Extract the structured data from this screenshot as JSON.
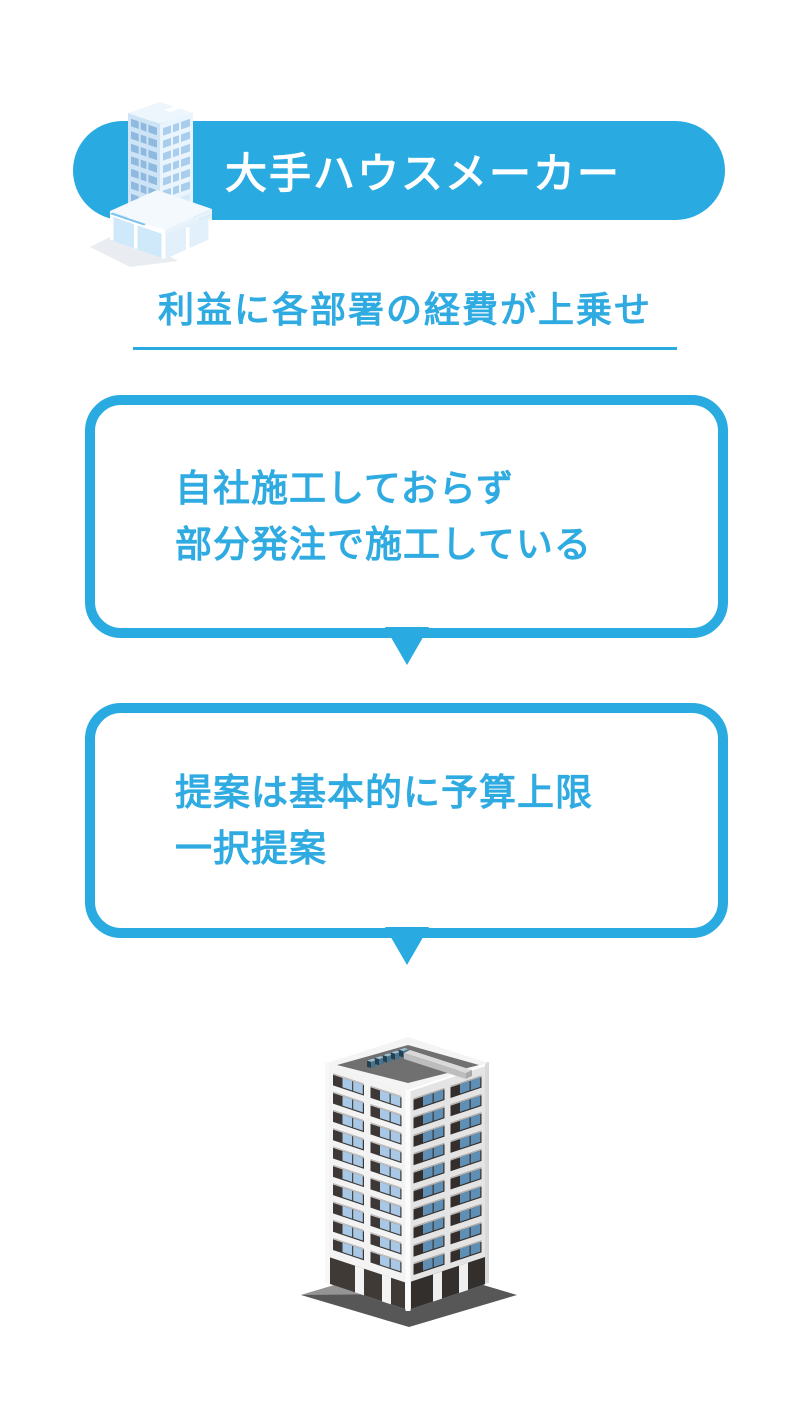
{
  "colors": {
    "accent_blue": "#29abe2",
    "text_blue": "#2fabe2",
    "pill_text": "#ffffff",
    "roof_gray": "#707070",
    "ground_gray": "#575757",
    "window_blue_light": "#a8c8e6",
    "window_blue_dark": "#5f8fb4"
  },
  "header": {
    "title": "大手ハウスメーカー",
    "icon": "light-blue-isometric-office-building"
  },
  "subheading": {
    "text": "利益に各部署の経費が上乗せ"
  },
  "bubbles": [
    {
      "id": "construction",
      "lines": [
        "自社施工しておらず",
        "部分発注で施工している"
      ]
    },
    {
      "id": "proposal",
      "lines": [
        "提案は基本的に予算上限",
        "一択提案"
      ]
    }
  ],
  "illustrations": {
    "footer": "isometric-office-tower"
  }
}
